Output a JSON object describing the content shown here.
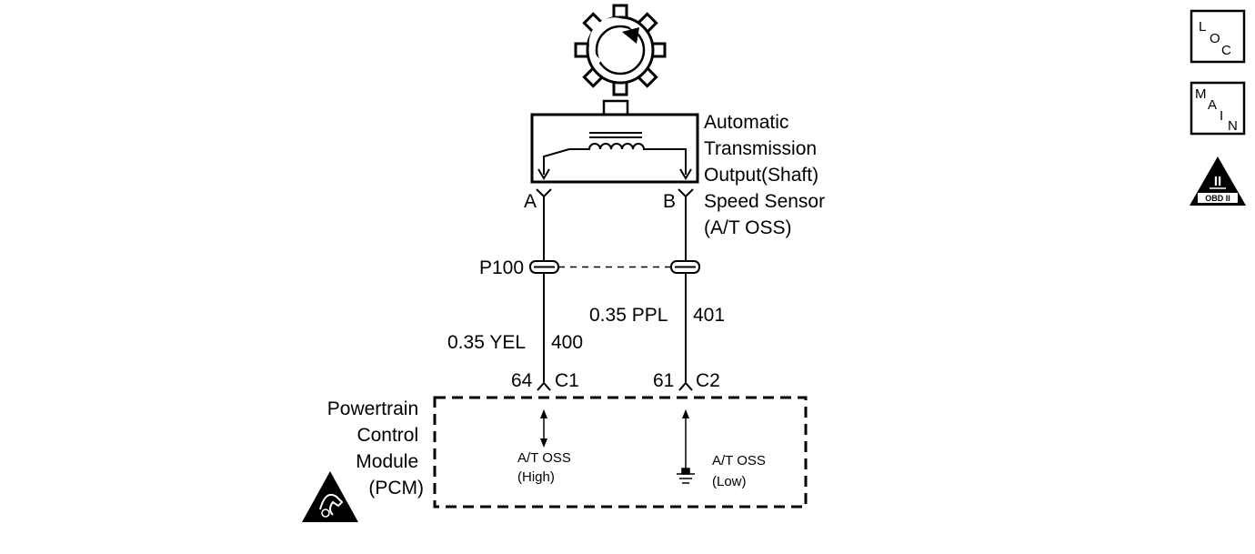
{
  "sensor": {
    "name_lines": [
      "Automatic",
      "Transmission",
      "Output(Shaft)",
      "Speed Sensor",
      "(A/T OSS)"
    ],
    "pin_a": "A",
    "pin_b": "B"
  },
  "connector": {
    "id": "P100"
  },
  "wires": {
    "left": {
      "spec": "0.35 YEL",
      "circuit": "400",
      "pin": "64",
      "connector": "C1"
    },
    "right": {
      "spec": "0.35 PPL",
      "circuit": "401",
      "pin": "61",
      "connector": "C2"
    }
  },
  "module": {
    "name_lines": [
      "Powertrain",
      "Control",
      "Module",
      "(PCM)"
    ],
    "signal_high": [
      "A/T OSS",
      "(High)"
    ],
    "signal_low": [
      "A/T OSS",
      "(Low)"
    ]
  },
  "nav": {
    "loc": [
      "L",
      "O",
      "C"
    ],
    "main": [
      "M",
      "A",
      "I",
      "N"
    ],
    "obd": {
      "numeral": "II",
      "text": "OBD II"
    }
  },
  "icons": {
    "reluctor": "reluctor-wheel-icon",
    "esd": "esd-warning-icon",
    "obd": "obd-ii-icon",
    "ground": "ground-icon"
  }
}
